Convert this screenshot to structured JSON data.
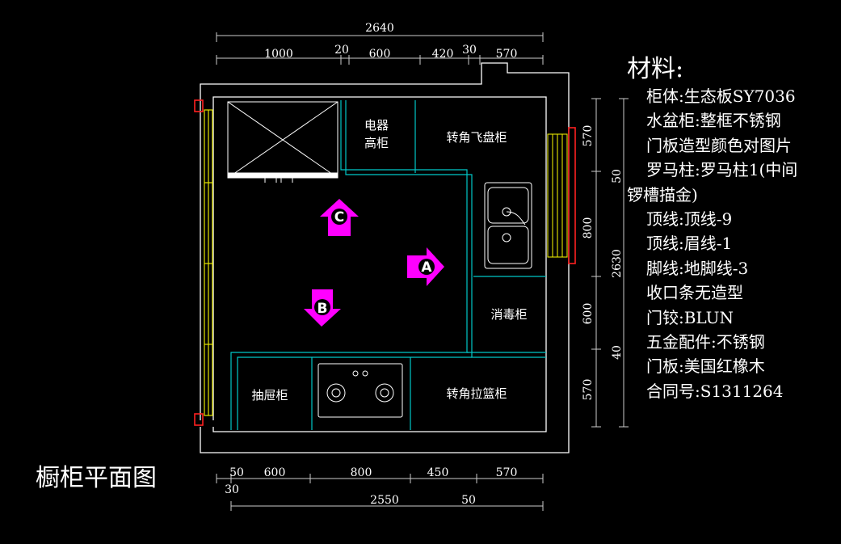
{
  "title": "橱柜平面图",
  "materials": {
    "heading": "材料:",
    "lines": [
      {
        "text": "柜体:生态板SY7036",
        "indent": true
      },
      {
        "text": "水盆柜:整框不锈钢",
        "indent": true
      },
      {
        "text": "门板造型颜色对图片",
        "indent": true
      },
      {
        "text": "罗马柱:罗马柱1(中间",
        "indent": true
      },
      {
        "text": "锣槽描金)",
        "indent": false
      },
      {
        "text": "顶线:顶线-9",
        "indent": true
      },
      {
        "text": "顶线:眉线-1",
        "indent": true
      },
      {
        "text": "脚线:地脚线-3",
        "indent": true
      },
      {
        "text": "收口条无造型",
        "indent": true
      },
      {
        "text": "门铰:BLUN",
        "indent": true
      },
      {
        "text": "五金配件:不锈钢",
        "indent": true
      },
      {
        "text": "门板:美国红橡木",
        "indent": true
      },
      {
        "text": "合同号:S1311264",
        "indent": true
      }
    ]
  },
  "cabinets": {
    "appliance_tall": [
      "电器",
      "高柜"
    ],
    "corner_carousel": "转角飞盘柜",
    "disinfection": "消毒柜",
    "drawer": "抽屉柜",
    "corner_pullout": "转角拉篮柜"
  },
  "views": {
    "a": "A",
    "b": "B",
    "c": "C"
  },
  "dimensions": {
    "top_total": "2640",
    "top_segments": [
      "1000",
      "20",
      "600",
      "420",
      "30",
      "570"
    ],
    "right_inner": [
      "570",
      "800",
      "600",
      "570"
    ],
    "right_outer": [
      "50",
      "2630",
      "40"
    ],
    "bottom_segments": [
      "50",
      "600",
      "800",
      "450",
      "570"
    ],
    "bottom_left_extra": "30",
    "bottom_total": "2550",
    "bottom_right_extra": "50"
  },
  "colors": {
    "background": "#000000",
    "wall": "#ffffff",
    "cabinet": "#00c8c8",
    "window": "#e6e600",
    "marker": "#ff00ff",
    "door": "#ff2020"
  }
}
